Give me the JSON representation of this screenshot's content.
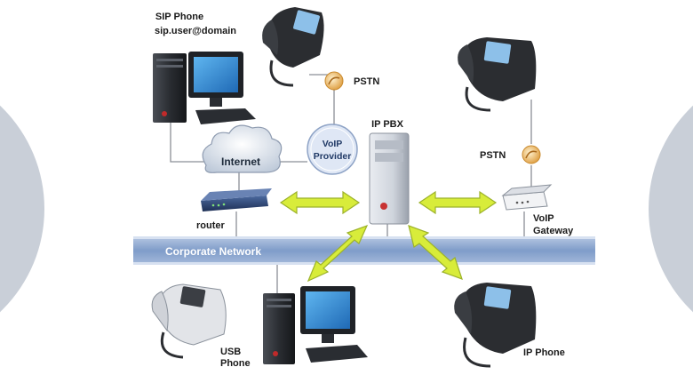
{
  "labels": {
    "sip_phone_title": "SIP Phone",
    "sip_phone_addr": "sip.user@domain",
    "pstn_top": "PSTN",
    "pstn_right": "PSTN",
    "ip_pbx": "IP PBX",
    "voip_provider_1": "VoIP",
    "voip_provider_2": "Provider",
    "internet": "Internet",
    "router": "router",
    "voip_gateway_1": "VoIP",
    "voip_gateway_2": "Gateway",
    "corporate_network": "Corporate Network",
    "usb_phone_1": "USB",
    "usb_phone_2": "Phone",
    "ip_phone": "IP Phone"
  },
  "colors": {
    "background": "#ffffff",
    "side_circles": "#c9cfd8",
    "network_band": "#8ea8cf",
    "arrow_fill": "#d8ec3a",
    "arrow_stroke": "#9cb22a",
    "voip_circle": "#dfe7f5",
    "pstn_circle": "#f1c36a"
  },
  "icons": [
    "desktop-computer-icon",
    "telephone-icon",
    "ip-telephone-icon",
    "usb-telephone-icon",
    "cloud-icon",
    "router-icon",
    "server-icon",
    "gateway-modem-icon",
    "pstn-connector-icon",
    "bidirectional-arrow-icon"
  ]
}
